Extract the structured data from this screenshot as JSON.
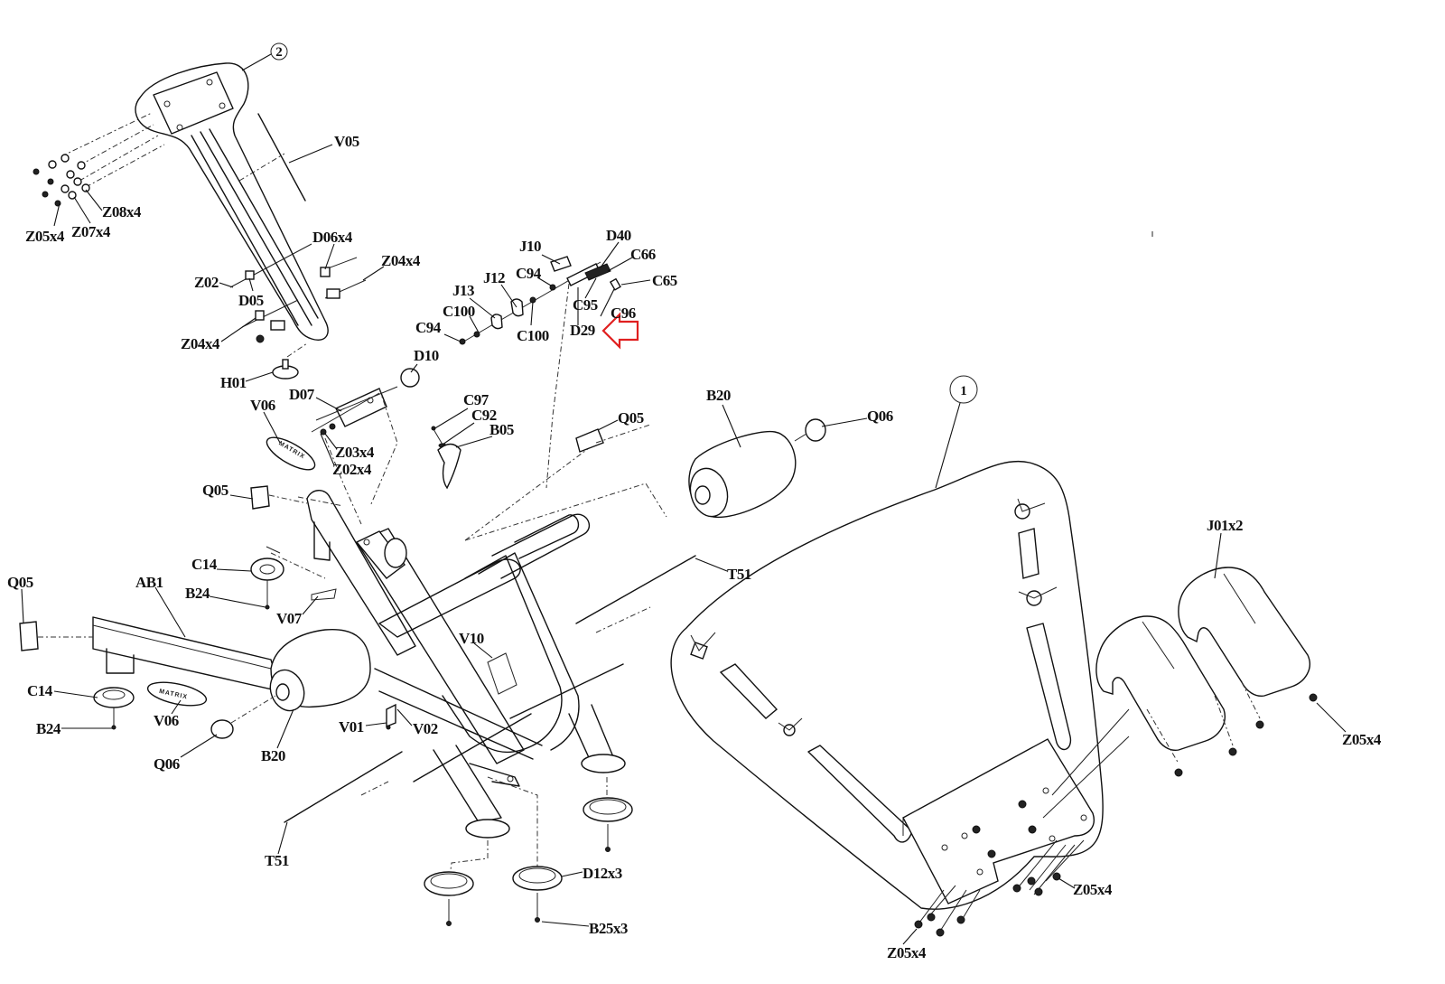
{
  "diagram": {
    "title": "",
    "assembly_markers": [
      {
        "id": "assembly-2",
        "text": "2"
      },
      {
        "id": "assembly-1",
        "text": "1"
      }
    ],
    "logo_text": "MATRIX",
    "highlight_arrow": {
      "target": "D29",
      "color": "#e02020"
    },
    "labels": {
      "V05": "V05",
      "Z08x4": "Z08x4",
      "Z07x4": "Z07x4",
      "Z05x4_top": "Z05x4",
      "D06x4": "D06x4",
      "Z04x4_top": "Z04x4",
      "Z02": "Z02",
      "D05": "D05",
      "Z04x4_left": "Z04x4",
      "H01": "H01",
      "D10": "D10",
      "D07": "D07",
      "V06_top": "V06",
      "Z03x4": "Z03x4",
      "Z02x4": "Z02x4",
      "J10": "J10",
      "D40": "D40",
      "C66": "C66",
      "C65": "C65",
      "C94_top": "C94",
      "J12": "J12",
      "J13": "J13",
      "C100_left": "C100",
      "C94_left": "C94",
      "C100_bottom": "C100",
      "C95": "C95",
      "C96": "C96",
      "D29": "D29",
      "C97": "C97",
      "C92": "C92",
      "B05": "B05",
      "Q05_center": "Q05",
      "B20_top": "B20",
      "Q06_top": "Q06",
      "Q05_left": "Q05",
      "C14_top": "C14",
      "B24_top": "B24",
      "V07": "V07",
      "Q05_far_left": "Q05",
      "AB1": "AB1",
      "T51_right": "T51",
      "V10": "V10",
      "C14_bottom": "C14",
      "B24_bottom": "B24",
      "V06_bottom": "V06",
      "Q06_bottom": "Q06",
      "B20_bottom": "B20",
      "V01": "V01",
      "V02": "V02",
      "T51_left": "T51",
      "D12x3": "D12x3",
      "B25x3": "B25x3",
      "J01x2": "J01x2",
      "Z05x4_right": "Z05x4",
      "Z05x4_plate": "Z05x4",
      "Z05x4_bottom": "Z05x4"
    }
  }
}
